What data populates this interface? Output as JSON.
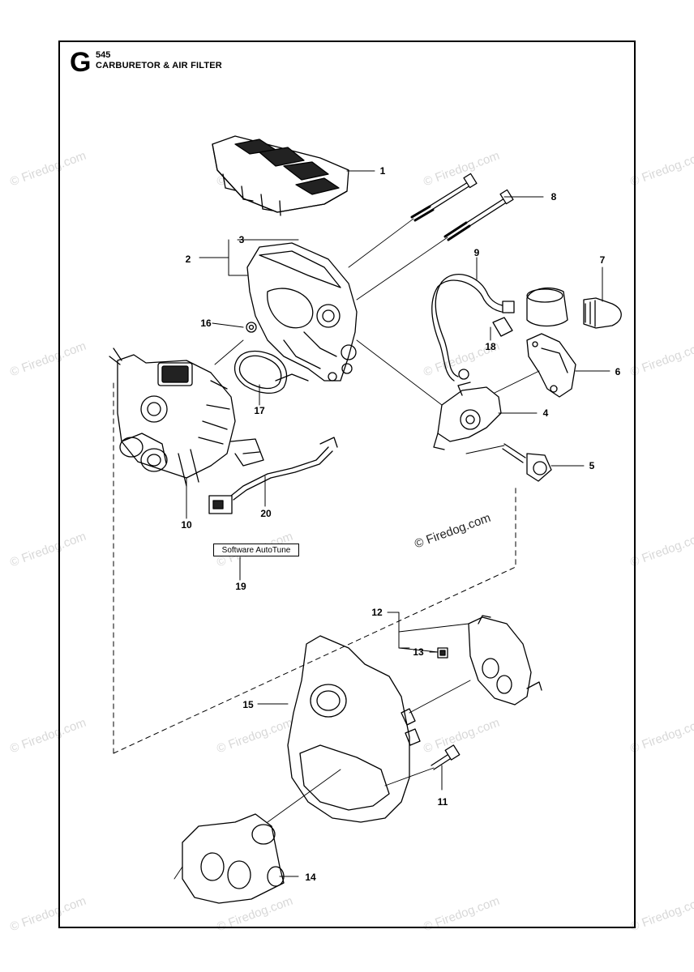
{
  "header": {
    "section_letter": "G",
    "model": "545",
    "title": "CARBURETOR & AIR FILTER"
  },
  "software_box": {
    "label": "Software AutoTune"
  },
  "copyright": "© Firedog.com",
  "watermark": "© Firedog.com",
  "callouts": [
    "1",
    "2",
    "3",
    "4",
    "5",
    "6",
    "7",
    "8",
    "9",
    "10",
    "11",
    "12",
    "13",
    "14",
    "15",
    "16",
    "17",
    "18",
    "19",
    "20"
  ]
}
